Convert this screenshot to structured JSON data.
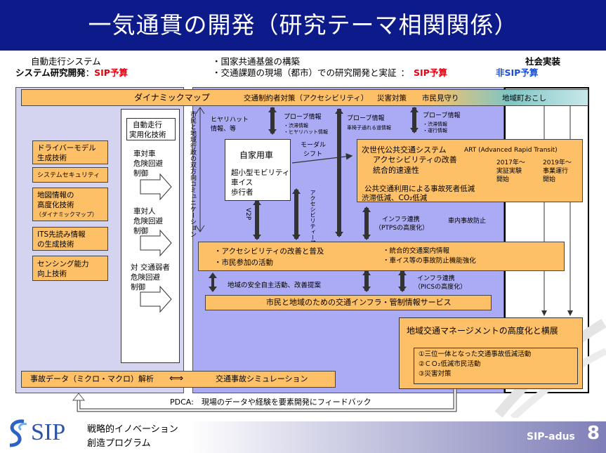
{
  "title": "一気通貫の開発（研究テーマ相関関係）",
  "header": {
    "left_line1": "自動走行システム",
    "left_line2_prefix": "システム研究開発",
    "left_line2_sep": "：",
    "left_line2_budget": "SIP予算",
    "center_line1": "・国家共通基盤の構築",
    "center_line2": "・交通課題の現場（都市）での研究開発と実証",
    "center_line2_sep": "：",
    "center_budget": "SIP予算",
    "right_line1": "社会実装",
    "right_line2": "非SIP予算"
  },
  "top_band": {
    "label1": "ダイナミックマップ",
    "label2": "交通制約者対策（アクセシビリティ）",
    "label3": "災害対策",
    "label4": "市民見守り",
    "label5": "地域町おこし"
  },
  "left_items": [
    "ドライバーモデル生成技術",
    "システムセキュリティ",
    "地図情報の高度化技術（ダイナミックマップ）",
    "ITS先読み情報の生成技術",
    "センシング能力向上技術"
  ],
  "left_items_display": {
    "item1_l1": "ドライバーモデル",
    "item1_l2": "生成技術",
    "item2": "システムセキュリティ",
    "item3_l1": "地図情報の",
    "item3_l2": "高度化技術",
    "item3_l3": "（ダイナミックマップ）",
    "item4_l1": "ITS先読み情報",
    "item4_l2": "の生成技術",
    "item5_l1": "センシング能力",
    "item5_l2": "向上技術"
  },
  "middle_col": {
    "header_l1": "自動走行",
    "header_l2": "実用化技術",
    "a_l1": "車対車",
    "a_l2": "危険回避",
    "a_l3": "制御",
    "b_l1": "車対人",
    "b_l2": "危険回避",
    "b_l3": "制御",
    "c_l1": "対 交通弱者",
    "c_l2": "危険回避",
    "c_l3": "制御"
  },
  "vertical_label": "市民と地域行政の双方向コミュニケーション",
  "main": {
    "hiyari_l1": "ヒヤリハット",
    "hiyari_l2": "情報、等",
    "probe1_title": "プローブ情報",
    "probe1_l1": "・渋滞情報",
    "probe1_l2": "・ヒヤリハット情報",
    "probe2_title": "プローブ情報",
    "probe2_l1": "車椅子通れる道情報",
    "probe3_title": "プローブ情報",
    "probe3_l1": "・渋滞情報",
    "probe3_l2": "・運行情報",
    "car_title": "自家用車",
    "car_l1": "超小型モビリティ",
    "car_l2": "車イス",
    "car_l3": "歩行者",
    "modal_l1": "モーダル",
    "modal_l2": "シフト",
    "v2p": "V2P",
    "access_map": "アクセシビリティーMap",
    "art_title": "次世代公共交通システム",
    "art_name": "ART (Advanced Rapid Transit)",
    "art_l1": "アクセシビリティの改善",
    "art_l2": "統合的速達性",
    "art_year1": "2017年～",
    "art_year1_l2": "実証実験",
    "art_year1_l3": "開始",
    "art_year2": "2019年～",
    "art_year2_l2": "事業運行",
    "art_year2_l3": "開始",
    "art_bottom1": "公共交通利用による事故死者低減",
    "art_bottom2": "渋滞低減、CO₂低減",
    "infra1_l1": "インフラ連携",
    "infra1_l2": "（PTPSの高度化）",
    "incar": "車内事故防止",
    "wide_l1": "・アクセシビリティの改善と普及",
    "wide_l2": "・市民参加の活動",
    "wide_r1": "・統合的交通案内情報",
    "wide_r2": "・車イス等の事故防止機能強化",
    "safety": "地域の安全自主活動、改善提案",
    "infra2_l1": "インフラ連携",
    "infra2_l2": "（PICSの高度化）",
    "service": "市民と地域のための交通インフラ・管制情報サービス"
  },
  "regional": {
    "title": "地域交通マネージメントの高度化と横展",
    "item1": "①三位一体となった交通事故低減活動",
    "item2": "②ＣＯ₂低減市民活動",
    "item3": "③災害対策"
  },
  "bottom_row": {
    "analysis": "事故データ（ミクロ・マクロ）解析",
    "arrow": "⟺",
    "simulation": "交通事故シミュレーション",
    "pdca": "PDCA:　現場のデータや経験を要素開発にフィードバック"
  },
  "footer": {
    "logo_text": "SIP",
    "logo_l1": "戦略的イノベーション",
    "logo_l2": "創造プログラム",
    "label": "SIP-adus",
    "page": "8"
  }
}
